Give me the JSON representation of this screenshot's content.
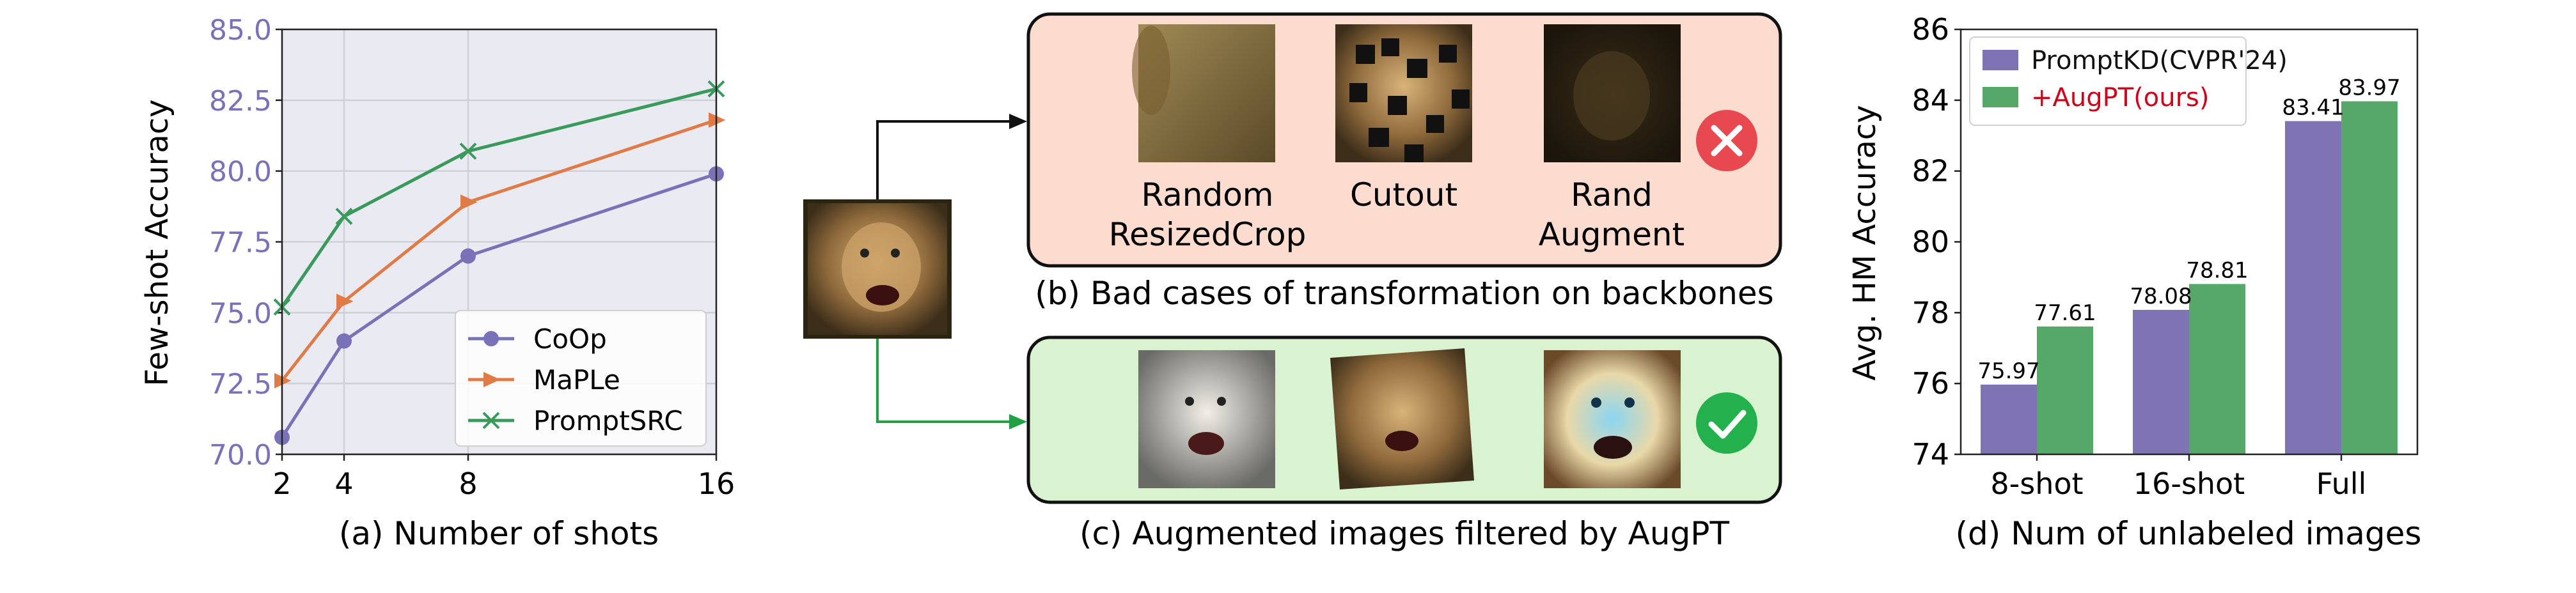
{
  "chart_data": [
    {
      "type": "line",
      "xlabel": "Number of shots",
      "ylabel": "Few-shot Accuracy",
      "caption": "(a) Number of shots",
      "x": [
        2,
        4,
        8,
        16
      ],
      "xlim": [
        2,
        16
      ],
      "ylim": [
        70.0,
        85.0
      ],
      "yticks": [
        "70.0",
        "72.5",
        "75.0",
        "77.5",
        "80.0",
        "82.5",
        "85.0"
      ],
      "xticks": [
        "2",
        "4",
        "8",
        "16"
      ],
      "grid": true,
      "legend_position": "lower-right",
      "series": [
        {
          "name": "CoOp",
          "values": [
            70.6,
            74.0,
            77.0,
            79.9
          ],
          "color": "#7a72b8",
          "marker": "circle"
        },
        {
          "name": "MaPLe",
          "values": [
            72.6,
            75.4,
            78.9,
            81.8
          ],
          "color": "#e07b47",
          "marker": "triangle-right"
        },
        {
          "name": "PromptSRC",
          "values": [
            75.2,
            78.4,
            80.7,
            82.9
          ],
          "color": "#3a9a5b",
          "marker": "x"
        }
      ]
    },
    {
      "type": "bar",
      "xlabel": "Num of unlabeled images",
      "ylabel": "Avg. HM Accuracy",
      "caption": "(d) Num of unlabeled images",
      "categories": [
        "8-shot",
        "16-shot",
        "Full"
      ],
      "ylim": [
        74,
        86
      ],
      "yticks": [
        "74",
        "76",
        "78",
        "80",
        "82",
        "84",
        "86"
      ],
      "legend_position": "top-left",
      "series": [
        {
          "name": "PromptKD(CVPR'24)",
          "values": [
            75.97,
            78.08,
            83.41
          ],
          "labels": [
            "75.97",
            "78.08",
            "83.41"
          ],
          "color": "#8073b5",
          "legend_color": "#111111"
        },
        {
          "name": "+AugPT(ours)",
          "values": [
            77.61,
            78.81,
            83.97
          ],
          "labels": [
            "77.61",
            "78.81",
            "83.97"
          ],
          "color": "#55a868",
          "legend_color": "#d0021b"
        }
      ]
    }
  ],
  "panel_b": {
    "caption": "(b) Bad cases of transformation on backbones",
    "items": [
      {
        "label_line1": "Random",
        "label_line2": "ResizedCrop"
      },
      {
        "label_line1": "Cutout",
        "label_line2": ""
      },
      {
        "label_line1": "Rand",
        "label_line2": "Augment"
      }
    ],
    "status_icon": "x-circle-icon",
    "bg_color": "#fcdccf",
    "status_color": "#e8484f"
  },
  "panel_c": {
    "caption": "(c) Augmented images filtered by AugPT",
    "status_icon": "check-circle-icon",
    "bg_color": "#d9f2d0",
    "status_color": "#22b14c"
  }
}
